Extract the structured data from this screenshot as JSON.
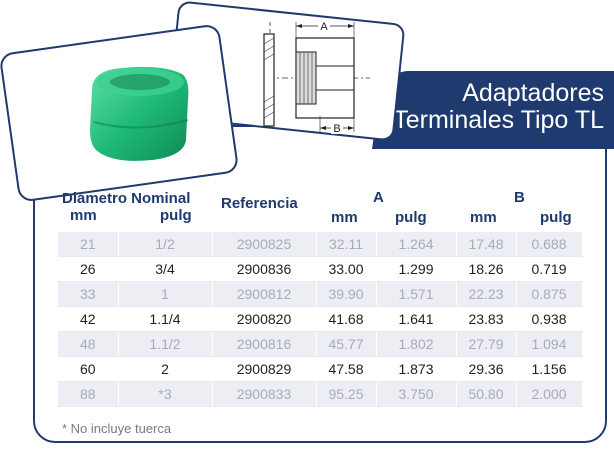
{
  "title": {
    "line1": "Adaptadores",
    "line2": "Terminales Tipo TL"
  },
  "drawing": {
    "dim_a": "A",
    "dim_b": "B"
  },
  "headers": {
    "diametro_nominal": "Diámetro Nominal",
    "mm": "mm",
    "pulg": "pulg",
    "referencia": "Referencia",
    "a": "A",
    "a_mm": "mm",
    "a_pulg": "pulg",
    "b": "B",
    "b_mm": "mm",
    "b_pulg": "pulg"
  },
  "rows": [
    {
      "mm": "21",
      "pulg": "1/2",
      "ref": "2900825",
      "a_mm": "32.11",
      "a_pulg": "1.264",
      "b_mm": "17.48",
      "b_pulg": "0.688",
      "style": "muted"
    },
    {
      "mm": "26",
      "pulg": "3/4",
      "ref": "2900836",
      "a_mm": "33.00",
      "a_pulg": "1.299",
      "b_mm": "18.26",
      "b_pulg": "0.719",
      "style": "normal"
    },
    {
      "mm": "33",
      "pulg": "1",
      "ref": "2900812",
      "a_mm": "39.90",
      "a_pulg": "1.571",
      "b_mm": "22.23",
      "b_pulg": "0.875",
      "style": "muted"
    },
    {
      "mm": "42",
      "pulg": "1.1/4",
      "ref": "2900820",
      "a_mm": "41.68",
      "a_pulg": "1.641",
      "b_mm": "23.83",
      "b_pulg": "0.938",
      "style": "normal"
    },
    {
      "mm": "48",
      "pulg": "1.1/2",
      "ref": "2900816",
      "a_mm": "45.77",
      "a_pulg": "1.802",
      "b_mm": "27.79",
      "b_pulg": "1.094",
      "style": "muted"
    },
    {
      "mm": "60",
      "pulg": "2",
      "ref": "2900829",
      "a_mm": "47.58",
      "a_pulg": "1.873",
      "b_mm": "29.36",
      "b_pulg": "1.156",
      "style": "normal"
    },
    {
      "mm": "88",
      "pulg": "*3",
      "ref": "2900833",
      "a_mm": "95.25",
      "a_pulg": "3.750",
      "b_mm": "50.80",
      "b_pulg": "2.000",
      "style": "muted"
    }
  ],
  "footnote": "* No incluye tuerca",
  "colors": {
    "brand": "#1f3a6e",
    "product": "#1fba7a",
    "muted_row": "#eceef4"
  }
}
